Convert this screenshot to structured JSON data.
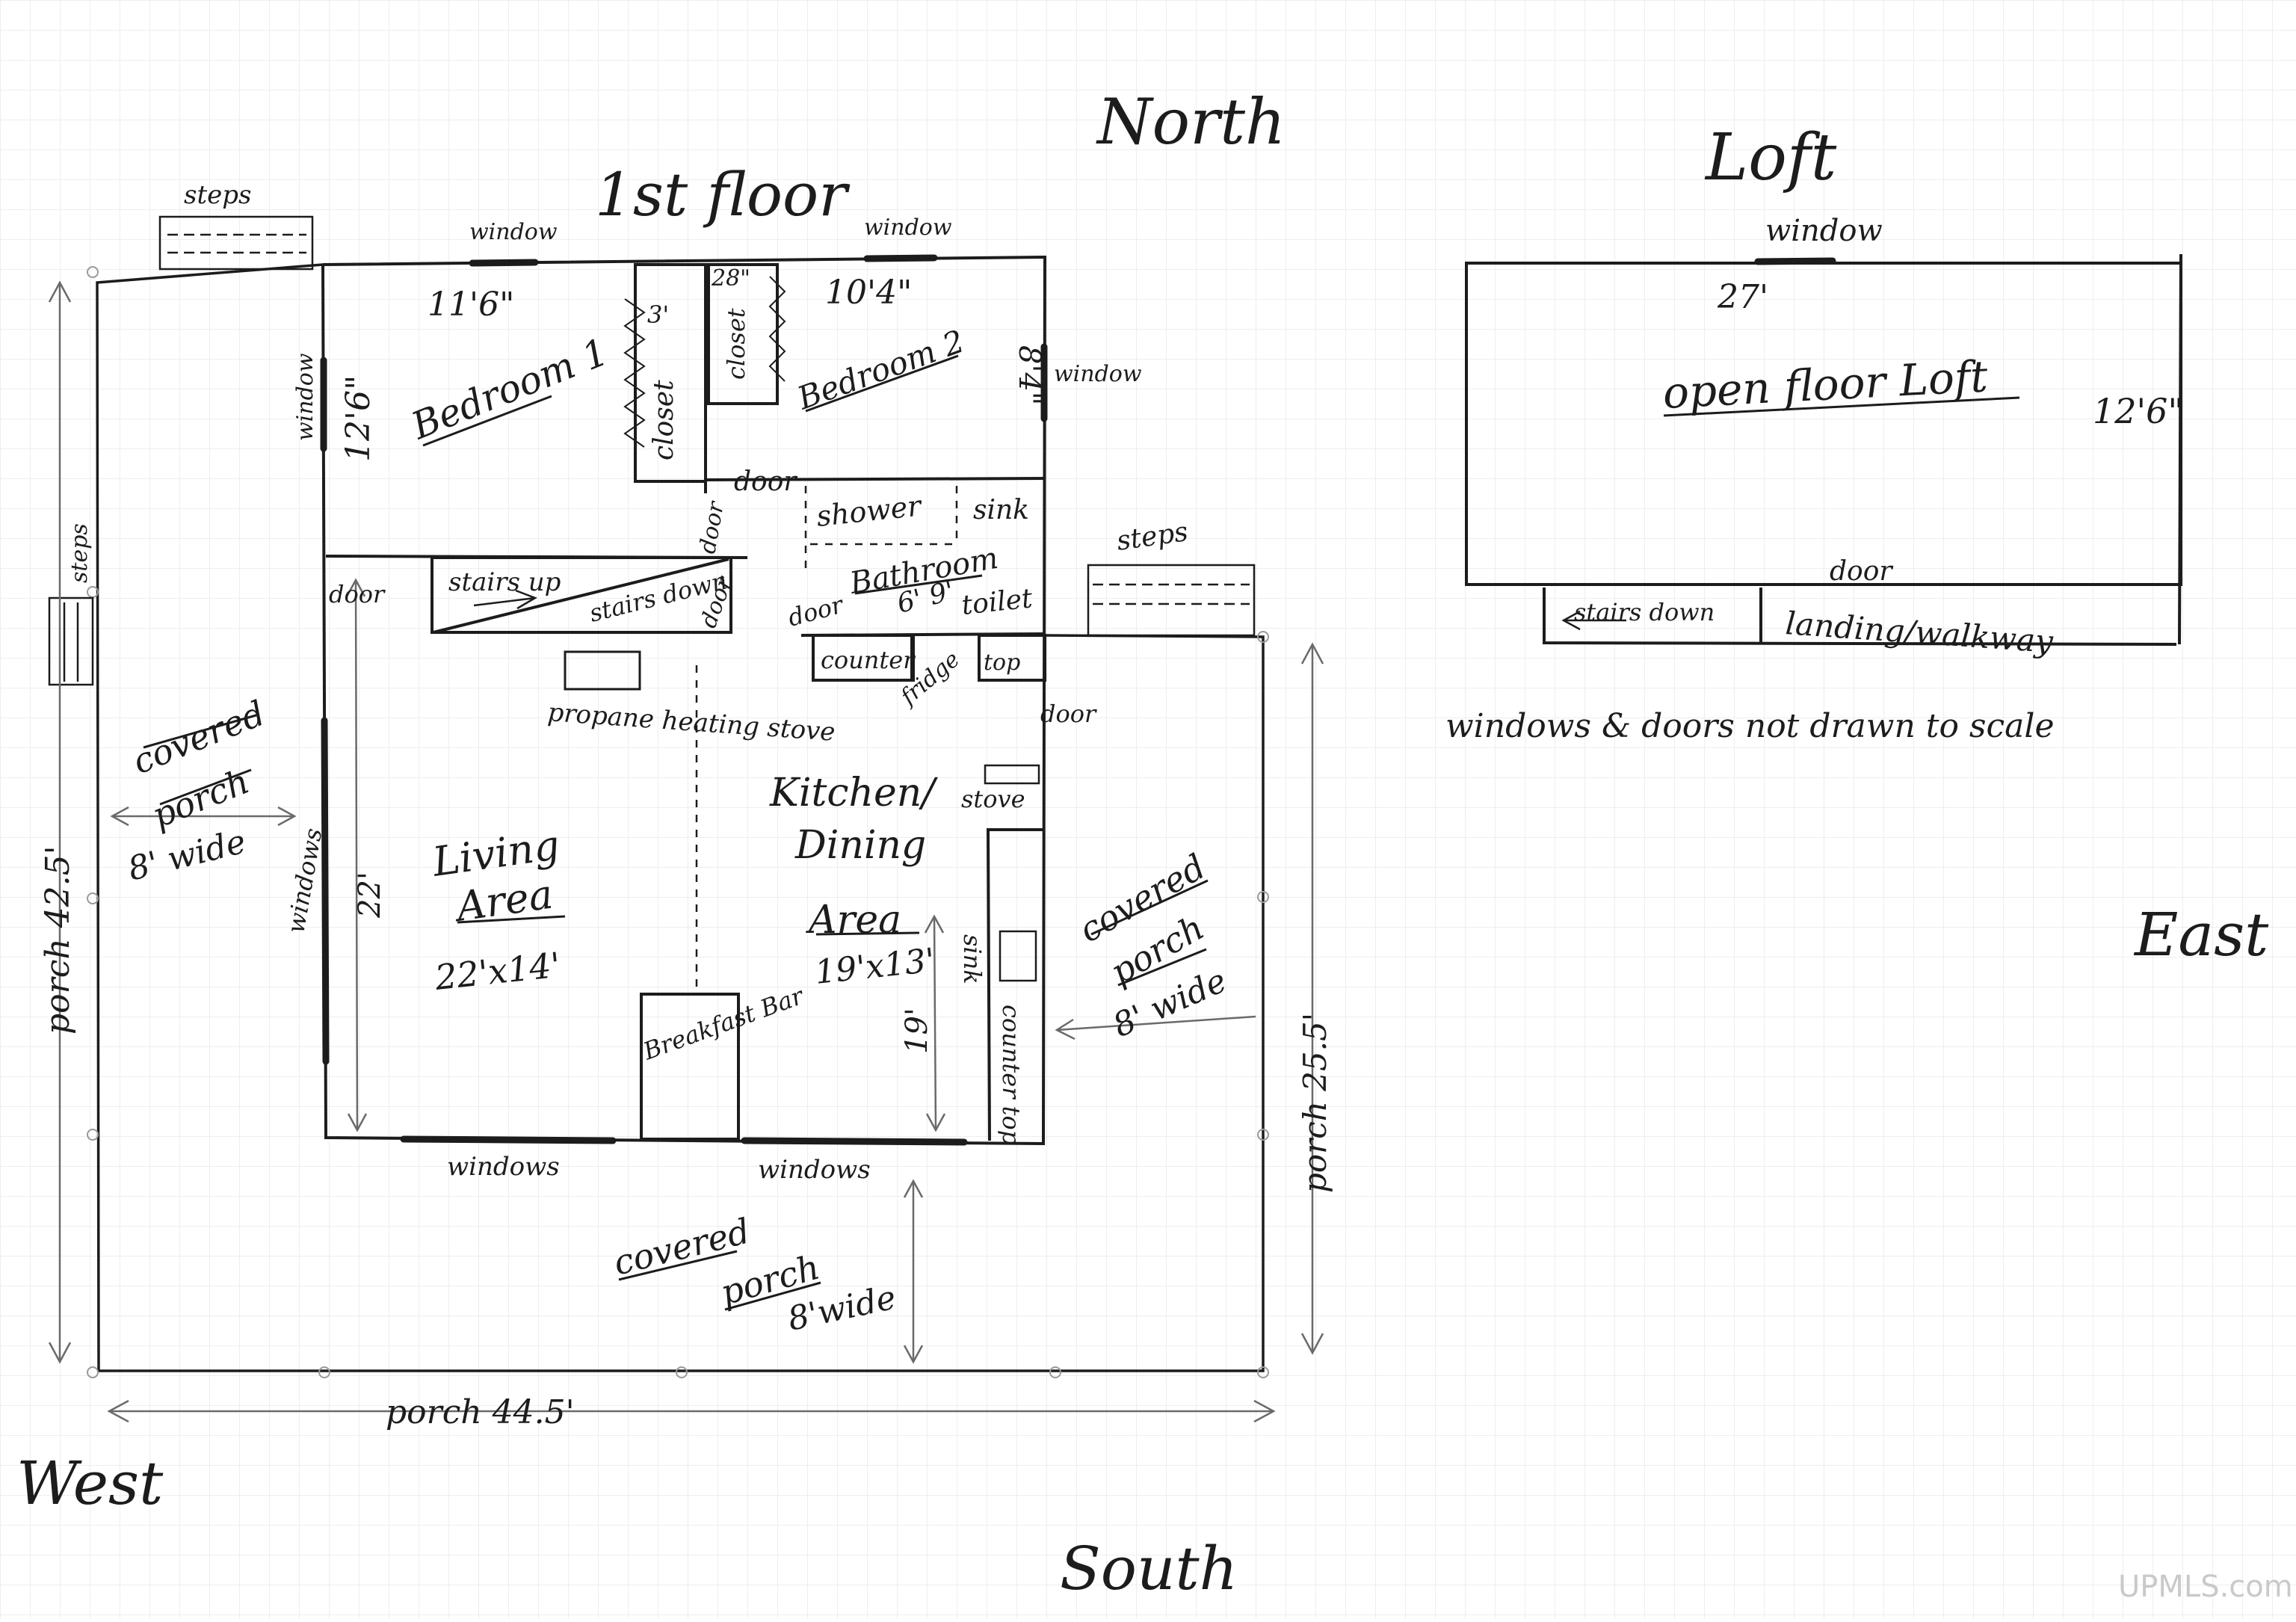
{
  "compass": {
    "north": "North",
    "south": "South",
    "east": "East",
    "west": "West"
  },
  "titles": {
    "first_floor": "1st floor",
    "loft": "Loft"
  },
  "labels": {
    "steps": "steps",
    "window": "window",
    "windows": "windows",
    "door": "door",
    "closet": "closet",
    "bedroom1": "Bedroom 1",
    "bedroom2": "Bedroom 2",
    "bedroom1_width": "11'6\"",
    "bedroom1_depth": "12'6\"",
    "bedroom2_width": "10'4\"",
    "bedroom2_depth": "8'4\"",
    "closet1_dim": "3'",
    "closet2_dim": "28\"",
    "shower": "shower",
    "sink": "sink",
    "bathroom": "Bathroom",
    "bathroom_dims": "6' 9'",
    "toilet": "toilet",
    "stairs_up": "stairs up",
    "stairs_down": "stairs down",
    "counter": "counter",
    "fridge": "fridge",
    "top": "top",
    "propane_stove": "propane heating stove",
    "stove": "stove",
    "living_area_line1": "Living",
    "living_area_line2": "Area",
    "living_dims": "22'x14'",
    "living_height": "22'",
    "kitchen_line1": "Kitchen/",
    "kitchen_line2": "Dining",
    "kitchen_line3": "Area",
    "kitchen_dims": "19'x13'",
    "kitchen_height": "19'",
    "breakfast_bar": "Breakfast Bar",
    "counter_top": "counter top",
    "covered_porch_line1": "covered",
    "covered_porch_line2": "porch",
    "porch_width": "8' wide",
    "porch_width_south": "8'wide",
    "porch_west_len": "porch 42.5'",
    "porch_south_len": "porch 44.5'",
    "porch_east_len": "porch 25.5'",
    "loft_width": "27'",
    "loft_depth": "12'6\"",
    "open_floor_loft": "open floor Loft",
    "stairs_down_loft": "stairs down",
    "landing_walkway": "landing/walkway",
    "note": "windows & doors not drawn to scale"
  },
  "watermark": "UPMLS.com",
  "colors": {
    "ink": "#1c1c1c",
    "pencil": "#6a6a6a",
    "grid": "#e9e9e9",
    "paper": "#ffffff"
  }
}
